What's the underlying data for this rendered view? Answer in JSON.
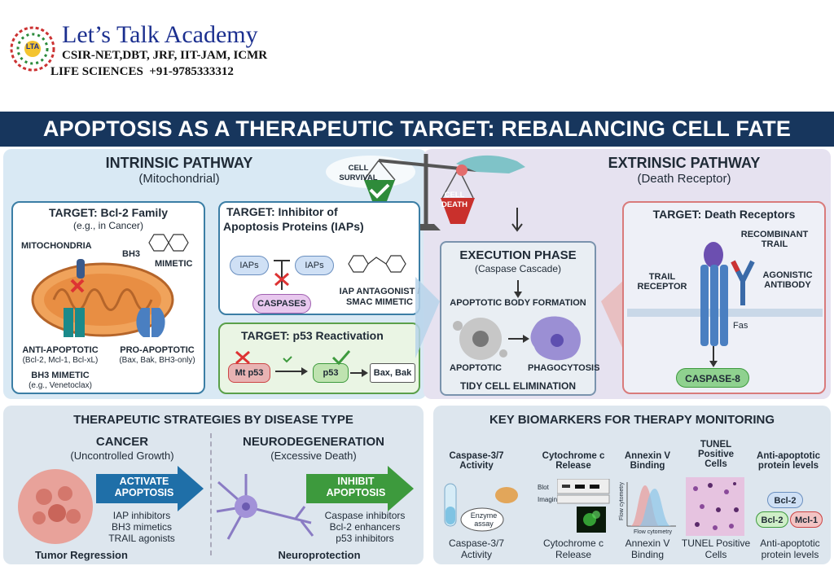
{
  "header": {
    "brand": "Let’s Talk Academy",
    "line1": "CSIR-NET,DBT, JRF, IIT-JAM, ICMR",
    "line2": "LIFE SCIENCES  +91-9785333312",
    "logo_text": "LTA"
  },
  "title": "APOPTOSIS AS A THERAPEUTIC TARGET: REBALANCING CELL FATE",
  "intrinsic": {
    "title": "INTRINSIC PATHWAY",
    "subtitle": "(Mitochondrial)",
    "bcl2": {
      "title": "TARGET: Bcl-2 Family",
      "subtitle": "(e.g., in Cancer)",
      "mitochondria": "MITOCHONDRIA",
      "bh3_top": "BH3",
      "mimetic": "MIMETIC",
      "anti_label": "ANTI-APOPTOTIC",
      "anti_examples": "(Bcl-2, Mcl-1, Bcl-xL)",
      "pro_label": "PRO-APOPTOTIC",
      "pro_examples": "(Bax, Bak, BH3-only)",
      "bh3_mimetic": "BH3 MIMETIC",
      "bh3_example": "(e.g., Venetoclax)"
    },
    "iap": {
      "title_line1": "TARGET: Inhibitor of",
      "title_line2": "Apoptosis Proteins (IAPs)",
      "iap_a": "IAPs",
      "iap_b": "IAPs",
      "caspases": "CASPASES",
      "antagonist_line1": "IAP ANTAGONIST /",
      "antagonist_line2": "SMAC MIMETIC"
    },
    "p53": {
      "title": "TARGET: p53 Reactivation",
      "mutant": "Mt p53",
      "wild": "p53",
      "targets": "Bax, Bak"
    }
  },
  "balance": {
    "survival": "CELL SURVIVAL",
    "death": "CELL DEATH"
  },
  "extrinsic": {
    "title": "EXTRINSIC PATHWAY",
    "subtitle": "(Death Receptor)",
    "target": "TARGET: Death Receptors",
    "recombinant": "RECOMBINANT TRAIL",
    "trail_receptor": "TRAIL RECEPTOR",
    "agonistic": "AGONISTIC ANTIBODY",
    "fas": "Fas",
    "caspase8": "CASPASE-8"
  },
  "execution": {
    "title": "EXECUTION PHASE",
    "subtitle": "(Caspase Cascade)",
    "apoptotic_body": "APOPTOTIC BODY FORMATION",
    "apoptotic": "APOPTOTIC",
    "phagocytosis": "PHAGOCYTOSIS",
    "tidy": "TIDY CELL ELIMINATION"
  },
  "strategies": {
    "title": "THERAPEUTIC STRATEGIES BY DISEASE TYPE",
    "cancer": {
      "title": "CANCER",
      "subtitle": "(Uncontrolled Growth)",
      "arrow": "ACTIVATE APOPTOSIS",
      "items": [
        "IAP inhibitors",
        "BH3 mimetics",
        "TRAIL agonists"
      ],
      "outcome": "Tumor Regression"
    },
    "neuro": {
      "title": "NEURODEGENERATION",
      "subtitle": "(Excessive Death)",
      "arrow": "INHIBIT APOPTOSIS",
      "items": [
        "Caspase inhibitors",
        "Bcl-2 enhancers",
        "p53 inhibitors"
      ],
      "outcome": "Neuroprotection"
    }
  },
  "biomarkers": {
    "title": "KEY BIOMARKERS FOR THERAPY MONITORING",
    "cols": [
      {
        "head": "Caspase-3/7 Activity",
        "foot": "Caspase-3/7 Activity"
      },
      {
        "head": "Cytochrome c Release",
        "foot": "Cytochrome c Release"
      },
      {
        "head": "Annexin V Binding",
        "foot": "Annexin V Binding"
      },
      {
        "head": "TUNEL Positive Cells",
        "foot": "TUNEL Positive Cells"
      },
      {
        "head": "Anti-apoptotic protein levels",
        "foot": "Anti-apoptotic protein levels"
      }
    ],
    "enzyme": "Enzyme assay",
    "blot": "Blot",
    "imaging": "Imaging",
    "flow_x": "Flow cytometry",
    "flow_y": "Flow cytometry",
    "bcl2": "Bcl-2",
    "mcl1": "Mcl-1"
  },
  "colors": {
    "navy": "#17365d",
    "blue_arrow": "#1f6fa8",
    "green_arrow": "#3d9a3d",
    "caspase_green": "#8fd18f",
    "mt_red": "#d9534f"
  }
}
